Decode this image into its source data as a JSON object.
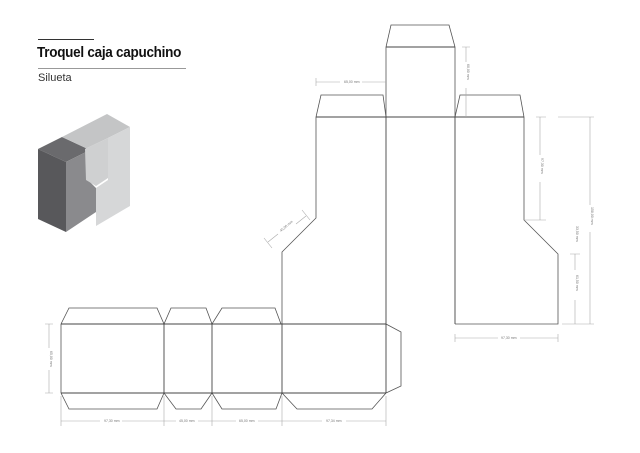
{
  "header": {
    "title": "Troquel caja capuchino",
    "subtitle": "Silueta"
  },
  "illustration": {
    "name": "box-3d-preview",
    "colors": {
      "dark": "#58585b",
      "mid": "#8a8a8d",
      "light": "#c4c5c6",
      "lighter": "#d6d7d8"
    }
  },
  "dimensions": {
    "top_width": "65,00 mm",
    "top_flap_height": "60,00 mm",
    "right_upper": "97,30 mm",
    "right_total": "158,00 mm",
    "right_diagonal": "33,50 mm",
    "right_lower": "61,50 mm",
    "right_bottom_width": "97,30 mm",
    "diagonal_left": "45,00 mm",
    "strip_height": "65,00 mm",
    "strip_1": "97,30 mm",
    "strip_2": "45,00 mm",
    "strip_3": "65,00 mm",
    "strip_4": "97,34 mm"
  }
}
